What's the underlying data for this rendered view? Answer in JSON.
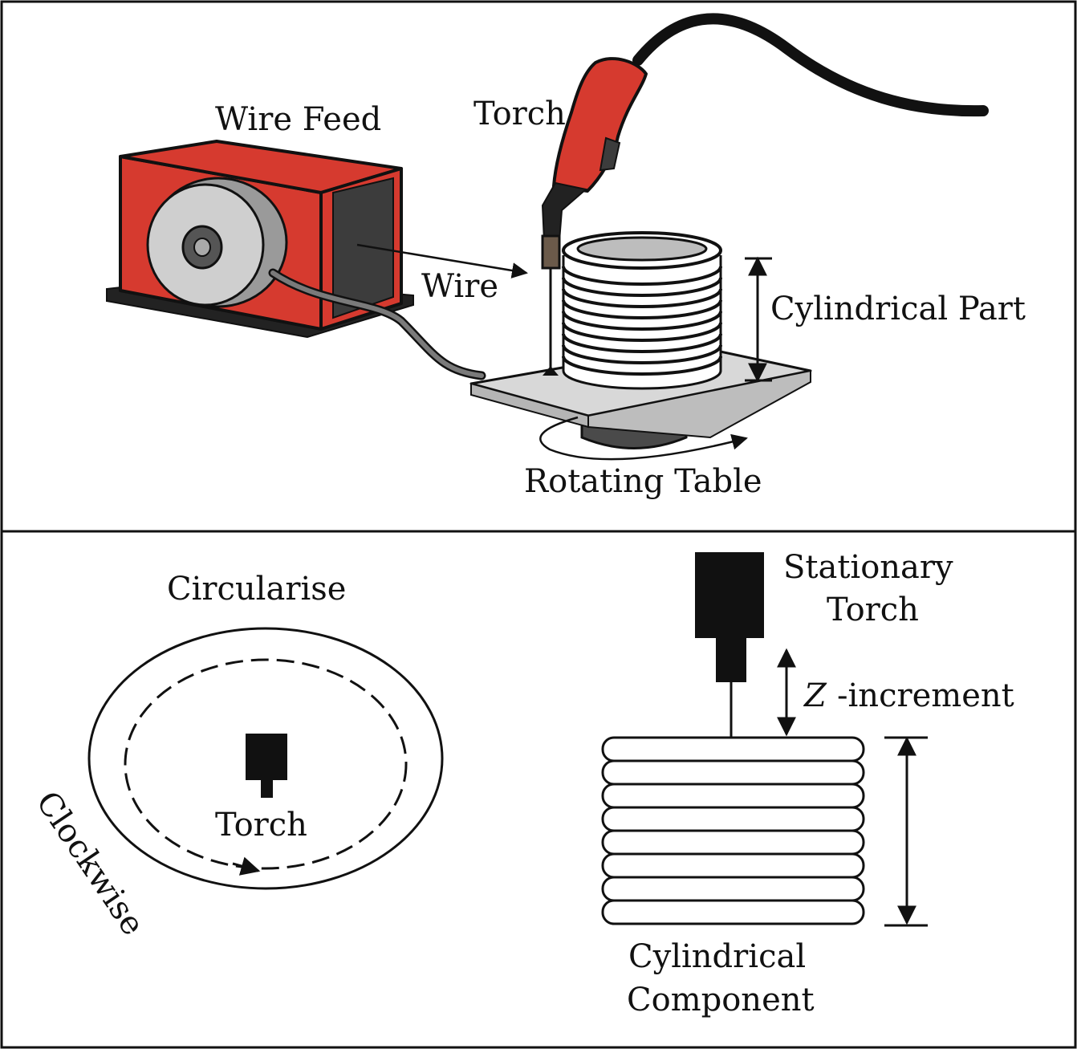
{
  "top_panel": {
    "labels": {
      "wire_feed": "Wire Feed",
      "torch": "Torch",
      "wire": "Wire",
      "cylindrical_part": "Cylindrical Part",
      "rotating_table": "Rotating Table"
    }
  },
  "bottom_panel": {
    "left": {
      "circularise": "Circularise",
      "torch": "Torch",
      "clockwise": "Clockwise"
    },
    "right": {
      "stationary_torch_line1": "Stationary",
      "stationary_torch_line2": "Torch",
      "z_symbol": "Z",
      "z_increment": "-increment",
      "component_line1": "Cylindrical",
      "component_line2": "Component"
    }
  },
  "colors": {
    "machine_red": "#d63a2f",
    "machine_dark": "#3c3c3c",
    "spool_grey": "#cfcfcf",
    "plate_grey": "#d8d8d8",
    "outline": "#111111"
  }
}
